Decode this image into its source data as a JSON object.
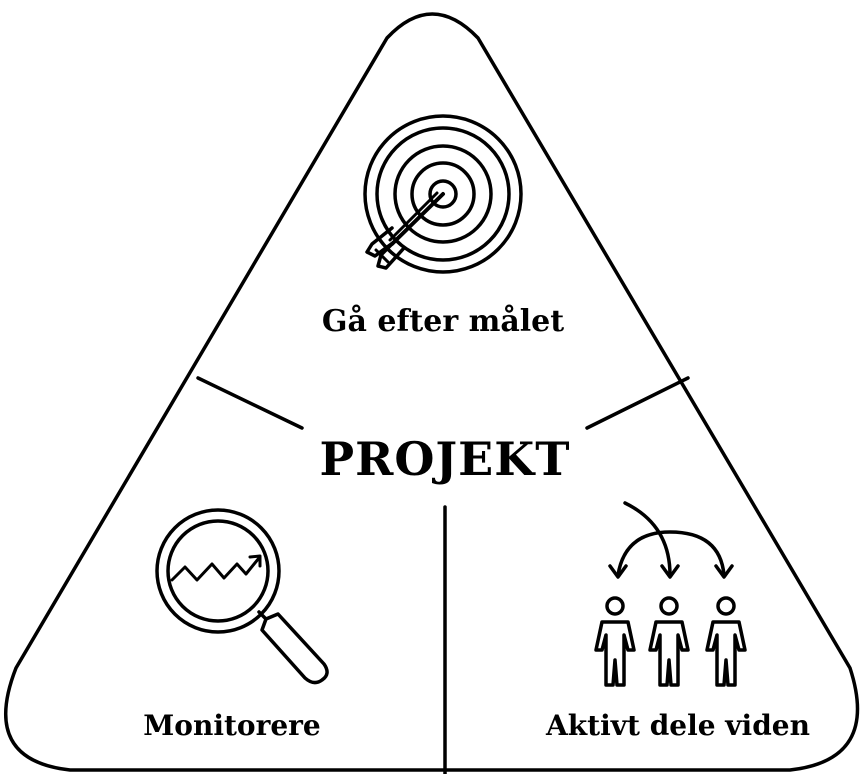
{
  "diagram": {
    "center_title": "PROJEKT",
    "sections": {
      "top": {
        "label": "Gå efter målet",
        "icon": "target-icon"
      },
      "bottom_left": {
        "label": "Monitorere",
        "icon": "magnifier-trend-icon"
      },
      "bottom_right": {
        "label": "Aktivt dele viden",
        "icon": "people-sharing-icon"
      }
    }
  },
  "colors": {
    "foreground": "#000000",
    "background": "#ffffff"
  }
}
